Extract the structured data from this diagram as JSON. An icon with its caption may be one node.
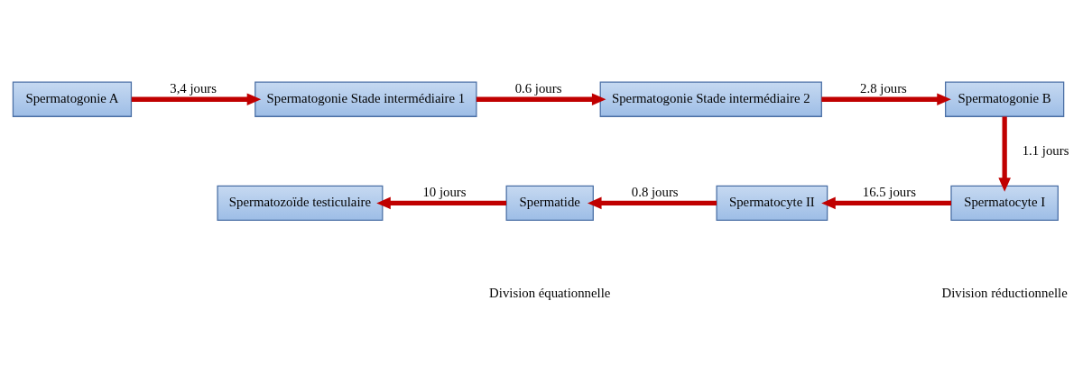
{
  "diagram": {
    "nodes": [
      {
        "text": [
          "Spermatogonie A"
        ]
      },
      {
        "text": [
          "Spermatogonie Stade intermédiaire 1"
        ]
      },
      {
        "text": [
          "Spermatogonie Stade intermédiaire 2"
        ]
      },
      {
        "text": [
          "Spermatogonie B"
        ]
      },
      {
        "text": [
          "Spermatocyte I"
        ]
      },
      {
        "text": [
          "Spermatocyte II"
        ]
      },
      {
        "text": [
          "Spermatide"
        ]
      },
      {
        "text": [
          "Spermatozoïde testiculaire"
        ]
      }
    ],
    "edges": [
      {
        "from": 0,
        "to": 1,
        "arrow": "to",
        "label": "3,4 jours"
      },
      {
        "from": 1,
        "to": 2,
        "arrow": "to",
        "label": "0.6 jours"
      },
      {
        "from": 2,
        "to": 3,
        "arrow": "to",
        "label": "2.8 jours"
      },
      {
        "from": 3,
        "to": 4,
        "arrow": "to",
        "label": "1.1 jours"
      },
      {
        "from": 4,
        "to": 5,
        "arrow": "to",
        "label": "16.5 jours"
      },
      {
        "from": 5,
        "to": 6,
        "arrow": "to",
        "label": "0.8 jours"
      },
      {
        "from": 6,
        "to": 7,
        "arrow": "to",
        "label": "10 jours"
      }
    ],
    "labels": [
      "Division réductionnelle",
      "Division équationnelle"
    ]
  }
}
